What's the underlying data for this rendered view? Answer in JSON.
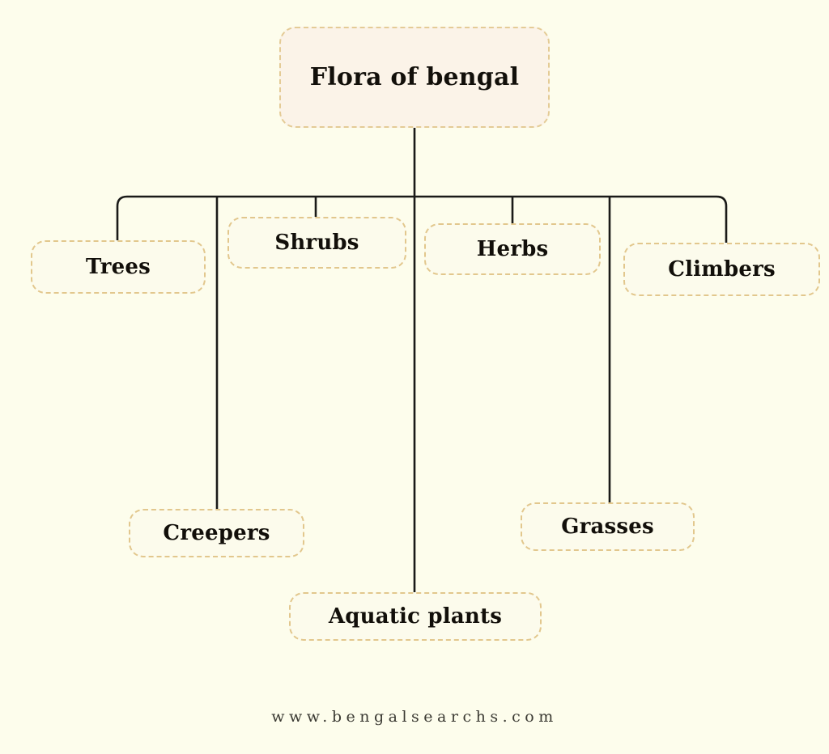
{
  "diagram": {
    "type": "hierarchy-tree",
    "title": "Flora of bengal",
    "root": {
      "label": "Flora of bengal"
    },
    "nodes": [
      {
        "label": "Trees"
      },
      {
        "label": "Shrubs"
      },
      {
        "label": "Herbs"
      },
      {
        "label": "Climbers"
      },
      {
        "label": "Creepers"
      },
      {
        "label": "Grasses"
      },
      {
        "label": "Aquatic plants"
      }
    ]
  },
  "footer": {
    "watermark": "www.bengalsearchs.com"
  },
  "colors": {
    "background": "#fdfdec",
    "root_fill": "#fbf3e8",
    "node_fill": "#fcfbec",
    "node_border": "#e2c78d",
    "connector": "#1a1a18",
    "text": "#120f0a",
    "footer_text": "#3b3a33"
  }
}
